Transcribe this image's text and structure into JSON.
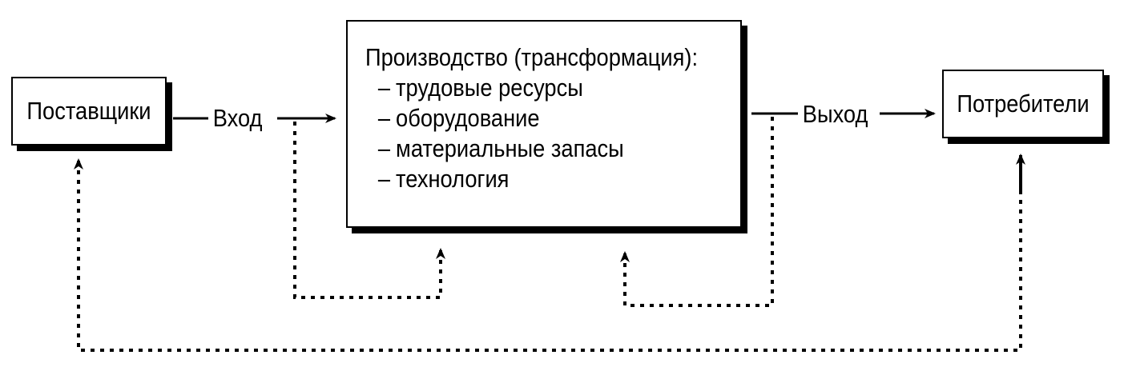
{
  "diagram": {
    "suppliers": "Поставщики",
    "production": {
      "title": "Производство (трансформация):",
      "items": [
        "трудовые ресурсы",
        "оборудование",
        "материальные запасы",
        "технология"
      ],
      "dash": "–"
    },
    "consumers": "Потребители",
    "input_label": "Вход",
    "output_label": "Выход"
  }
}
